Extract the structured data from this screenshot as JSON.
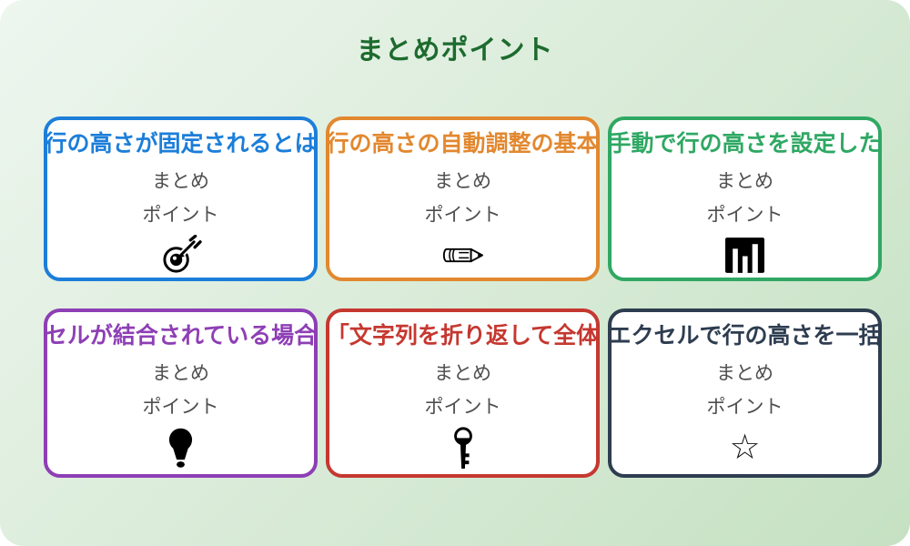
{
  "page": {
    "title": "まとめポイント",
    "title_color": "#1d6b2e",
    "background_gradient_start": "#eef6ef",
    "background_gradient_end": "#c5e1c2"
  },
  "card_common": {
    "line1": "まとめ",
    "line2": "ポイント",
    "text_color": "#4f4f4f"
  },
  "cards": [
    {
      "title": "行の高さが固定されるとは",
      "accent_color": "#1c7ed9",
      "icon": "target-icon"
    },
    {
      "title": "行の高さの自動調整の基本",
      "accent_color": "#e2882f",
      "icon": "pencil-icon"
    },
    {
      "title": "手動で行の高さを設定した",
      "accent_color": "#2fa863",
      "icon": "bar-chart-icon"
    },
    {
      "title": "セルが結合されている場合",
      "accent_color": "#8e3fb5",
      "icon": "lightbulb-icon"
    },
    {
      "title": "「文字列を折り返して全体",
      "accent_color": "#c53830",
      "icon": "key-icon"
    },
    {
      "title": "エクセルで行の高さを一括",
      "accent_color": "#2e3d50",
      "icon": "star-icon"
    }
  ]
}
